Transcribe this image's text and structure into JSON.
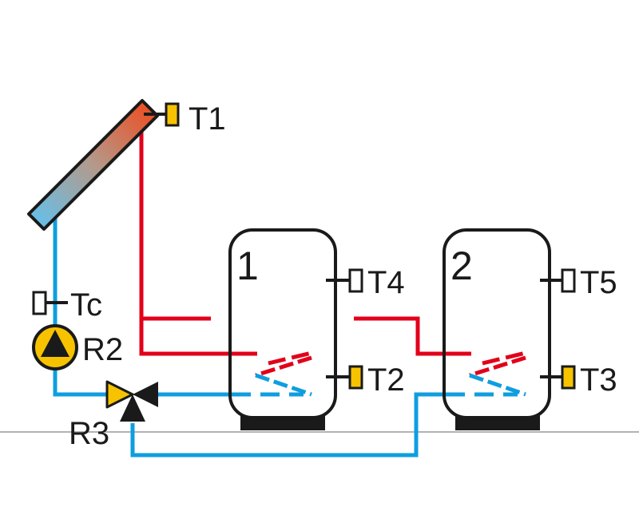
{
  "tanks": [
    {
      "id": "1",
      "label": "1"
    },
    {
      "id": "2",
      "label": "2"
    }
  ],
  "sensors": {
    "t1": "T1",
    "t2": "T2",
    "t3": "T3",
    "t4": "T4",
    "t5": "T5",
    "tc": "Tc"
  },
  "devices": {
    "pump": "R2",
    "valve": "R3"
  },
  "colors": {
    "hot_pipe": "#e2001a",
    "cold_pipe": "#0e9ee0",
    "outline": "#1a1a1a",
    "sensor_fill": "#f7c300",
    "pump_fill": "#f7c300",
    "ground_line": "#9a9a9a",
    "collector_gradient": [
      "#e8542a",
      "#6bbde3"
    ]
  }
}
